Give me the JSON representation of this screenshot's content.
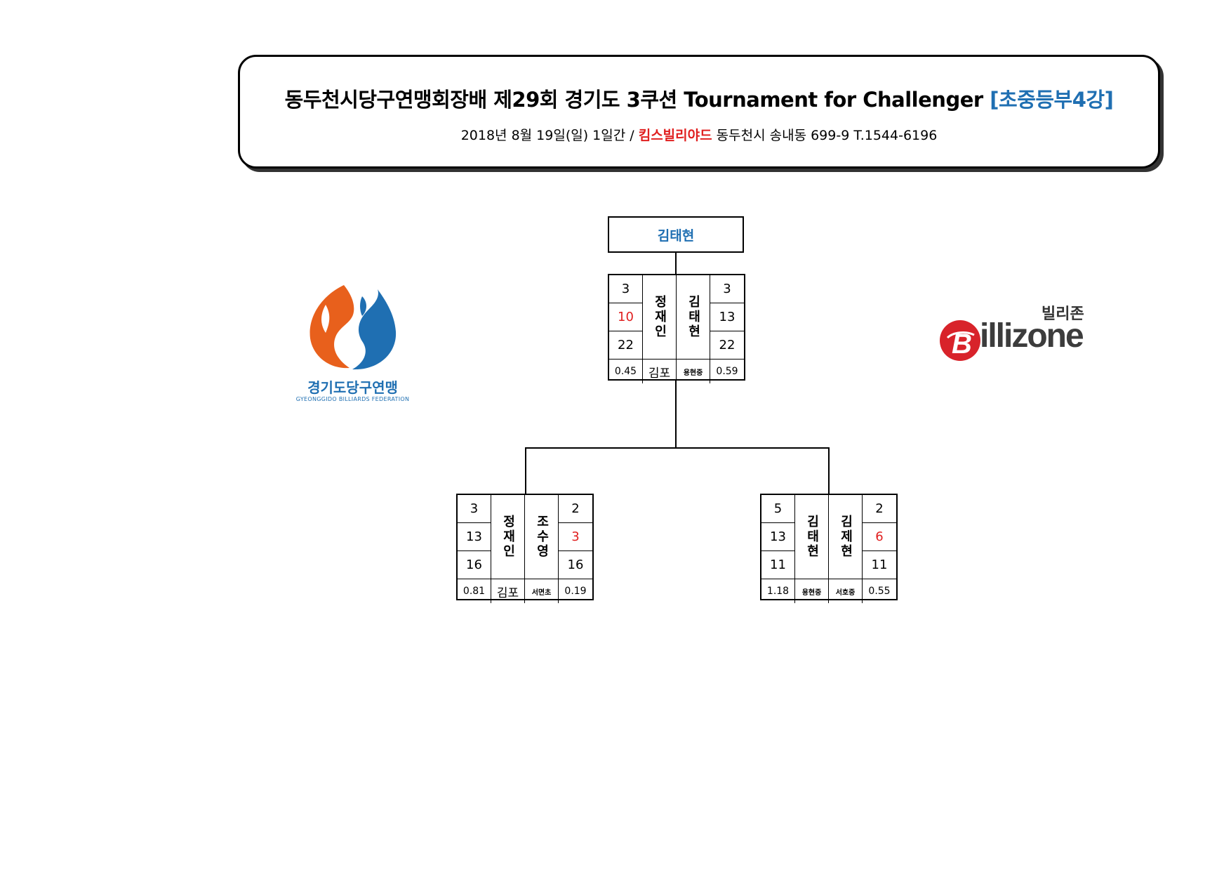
{
  "header": {
    "title_main": "동두천시당구연맹회장배 제29회 경기도 3쿠션 Tournament for Challenger ",
    "title_accent": "[초중등부4강]",
    "date": "2018년 8월 19일(일)  1일간 / ",
    "venue": "킴스빌리야드",
    "address": "  동두천시 송내동 699-9  T.1544-6196"
  },
  "winner": "김태현",
  "final": {
    "left": {
      "seed": "3",
      "score": "10",
      "innings": "22",
      "avg": "0.45",
      "name": "정재인",
      "club": "김포"
    },
    "right": {
      "seed": "3",
      "score": "13",
      "innings": "22",
      "avg": "0.59",
      "name": "김태현",
      "club": "용현중"
    }
  },
  "semi_left": {
    "left": {
      "seed": "3",
      "score": "13",
      "innings": "16",
      "avg": "0.81",
      "name": "정재인",
      "club": "김포"
    },
    "right": {
      "seed": "2",
      "score": "3",
      "innings": "16",
      "avg": "0.19",
      "name": "조수영",
      "club": "서면초"
    }
  },
  "semi_right": {
    "left": {
      "seed": "5",
      "score": "13",
      "innings": "11",
      "avg": "1.18",
      "name": "김태현",
      "club": "용현중"
    },
    "right": {
      "seed": "2",
      "score": "6",
      "innings": "11",
      "avg": "0.55",
      "name": "김제현",
      "club": "서호중"
    }
  },
  "logo_left": {
    "caption": "경기도당구연맹",
    "sub": "GYEONGGIDO BILLIARDS FEDERATION",
    "color_orange": "#e8601c",
    "color_blue": "#1f6fb2"
  },
  "logo_right": {
    "korean": "빌리존",
    "wordmark": "illizone",
    "color_red": "#d8232a"
  },
  "colors": {
    "accent_blue": "#1f6fb2",
    "accent_red": "#e02020"
  }
}
